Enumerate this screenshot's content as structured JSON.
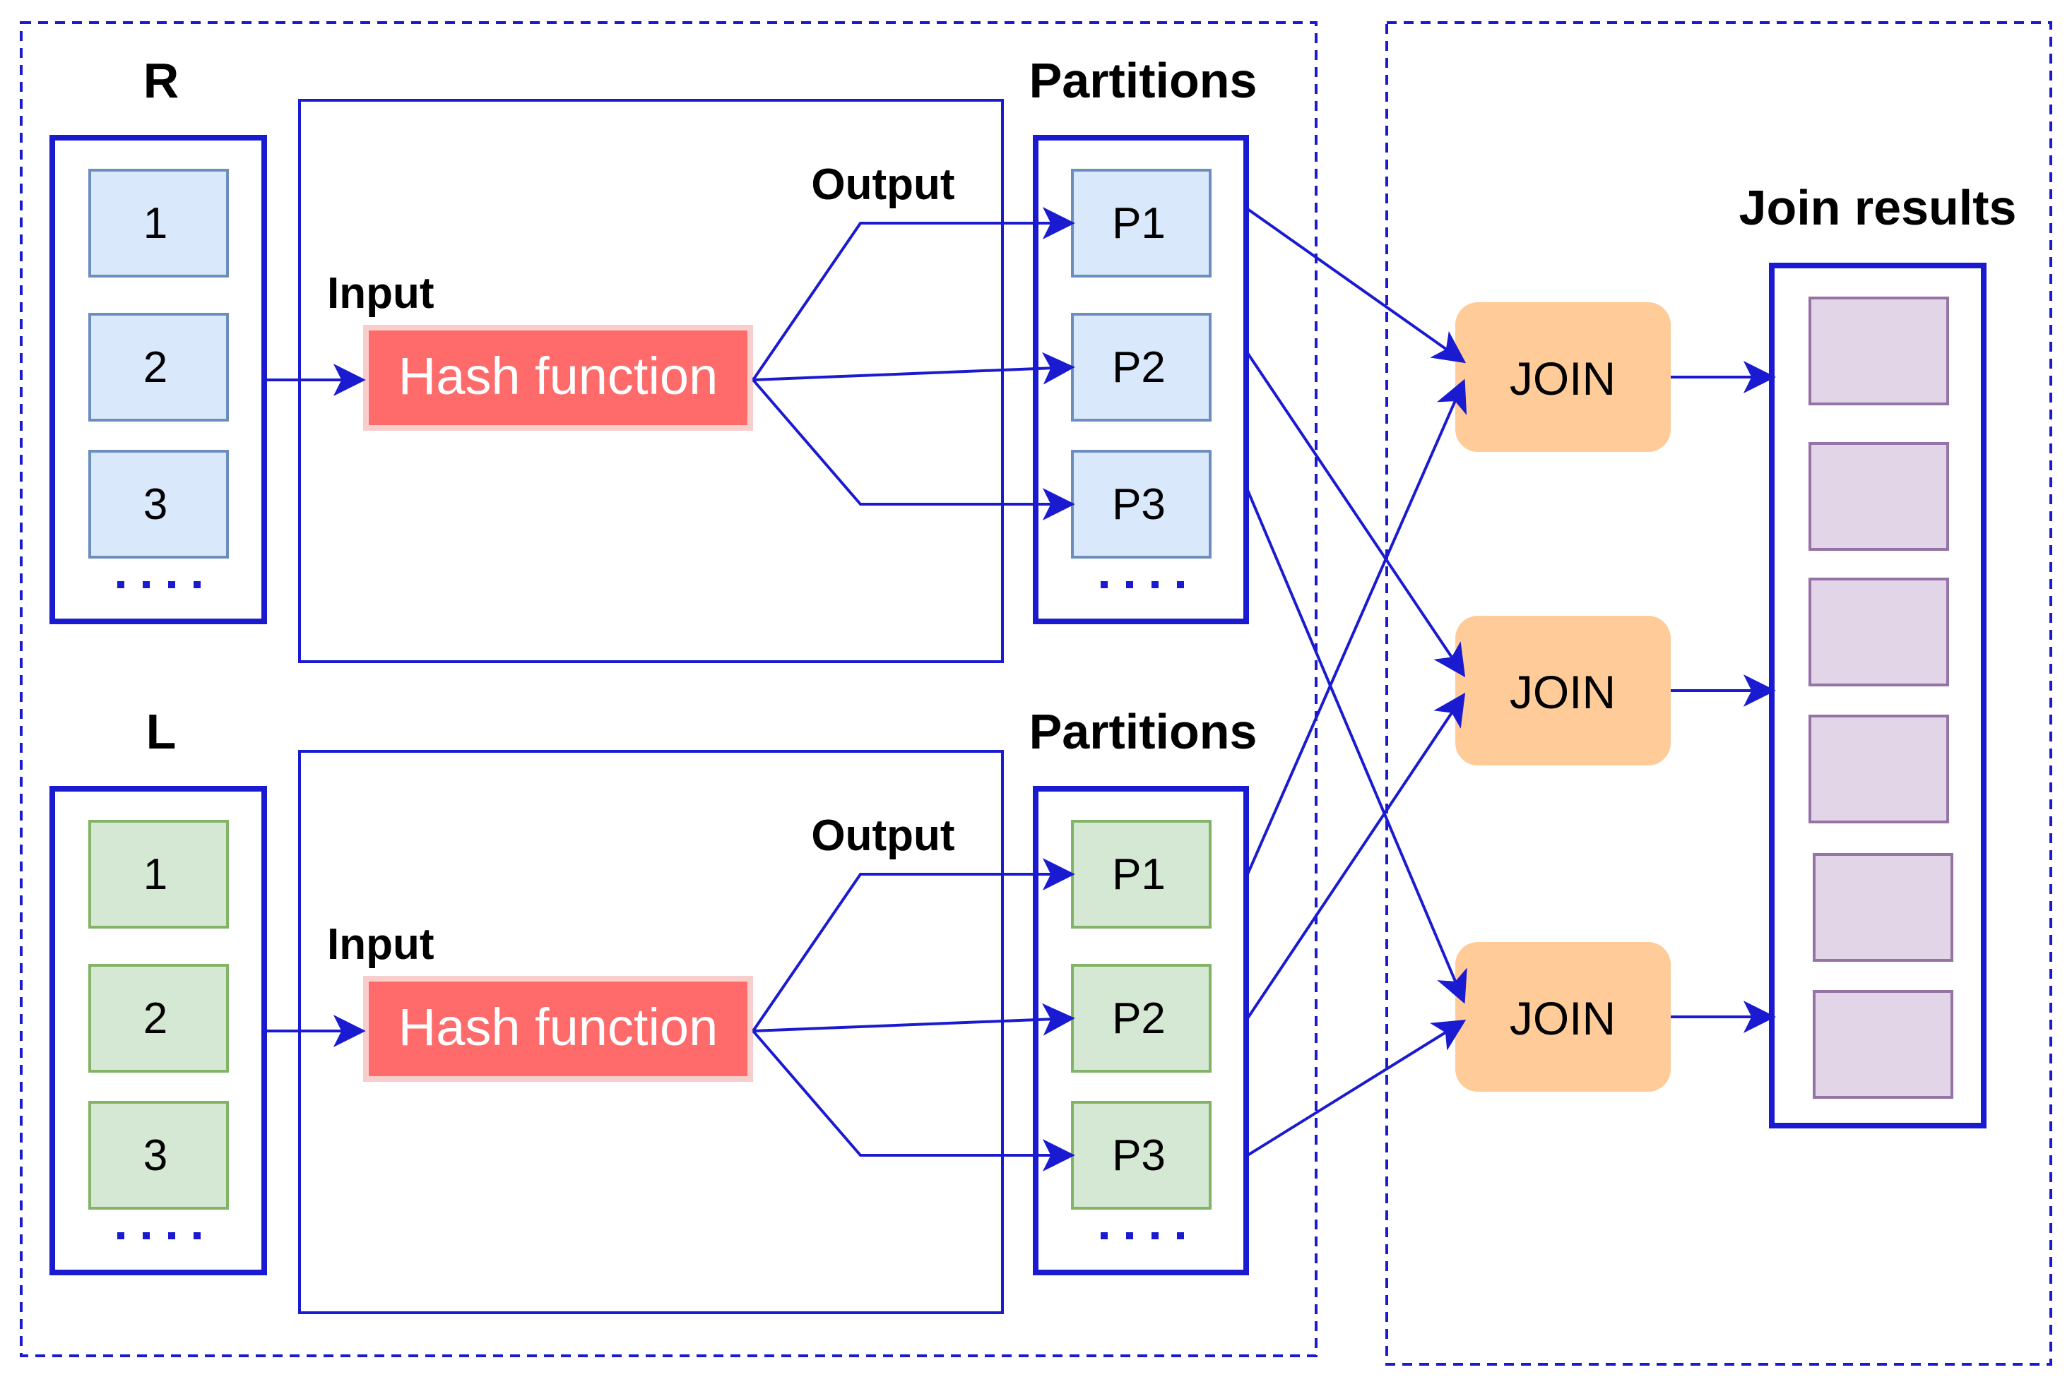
{
  "relations": [
    {
      "name": "R",
      "items": [
        "1",
        "2",
        "3"
      ],
      "ellipsis": "....",
      "input_label": "Input",
      "hash_label": "Hash function",
      "output_label": "Output",
      "partitions_title": "Partitions",
      "partitions": [
        "P1",
        "P2",
        "P3"
      ],
      "partitions_ellipsis": "...."
    },
    {
      "name": "L",
      "items": [
        "1",
        "2",
        "3"
      ],
      "ellipsis": "....",
      "input_label": "Input",
      "hash_label": "Hash function",
      "output_label": "Output",
      "partitions_title": "Partitions",
      "partitions": [
        "P1",
        "P2",
        "P3"
      ],
      "partitions_ellipsis": "...."
    }
  ],
  "joins": [
    "JOIN",
    "JOIN",
    "JOIN"
  ],
  "join_results_title": "Join results",
  "join_results_count": 6,
  "colors": {
    "stroke": "#1a1ad0",
    "r_fill": "#dae8fc",
    "r_stroke": "#6c8ebf",
    "l_fill": "#d5e8d4",
    "l_stroke": "#82b366",
    "hash_fill": "#ff6b6b",
    "hash_border": "#f8cecc",
    "join_fill": "#ffcc99",
    "result_fill": "#e1d5e7",
    "result_stroke": "#9673a6"
  }
}
